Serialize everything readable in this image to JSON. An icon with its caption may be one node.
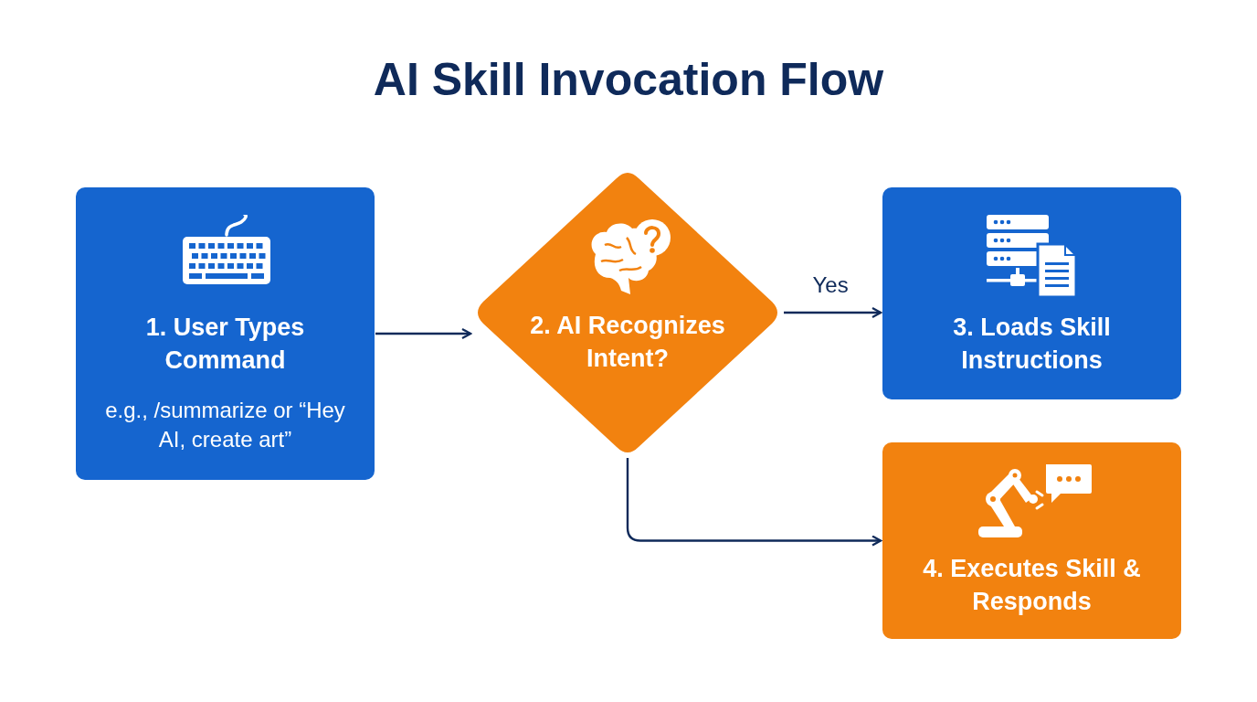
{
  "diagram": {
    "title": "AI Skill Invocation Flow",
    "nodes": [
      {
        "text": [
          "1. User Types Command",
          "e.g., /summarize or “Hey AI, create art”"
        ]
      },
      {
        "text": [
          "2. AI Recognizes Intent?"
        ]
      },
      {
        "text": [
          "3. Loads Skill Instructions"
        ]
      },
      {
        "text": [
          "4. Executes Skill & Responds"
        ]
      }
    ],
    "edges": [
      {
        "from": 0,
        "to": 1,
        "arrow": "to"
      },
      {
        "from": 1,
        "to": 2,
        "arrow": "to",
        "label": "Yes"
      },
      {
        "from": 1,
        "to": 3,
        "arrow": "to"
      }
    ]
  }
}
